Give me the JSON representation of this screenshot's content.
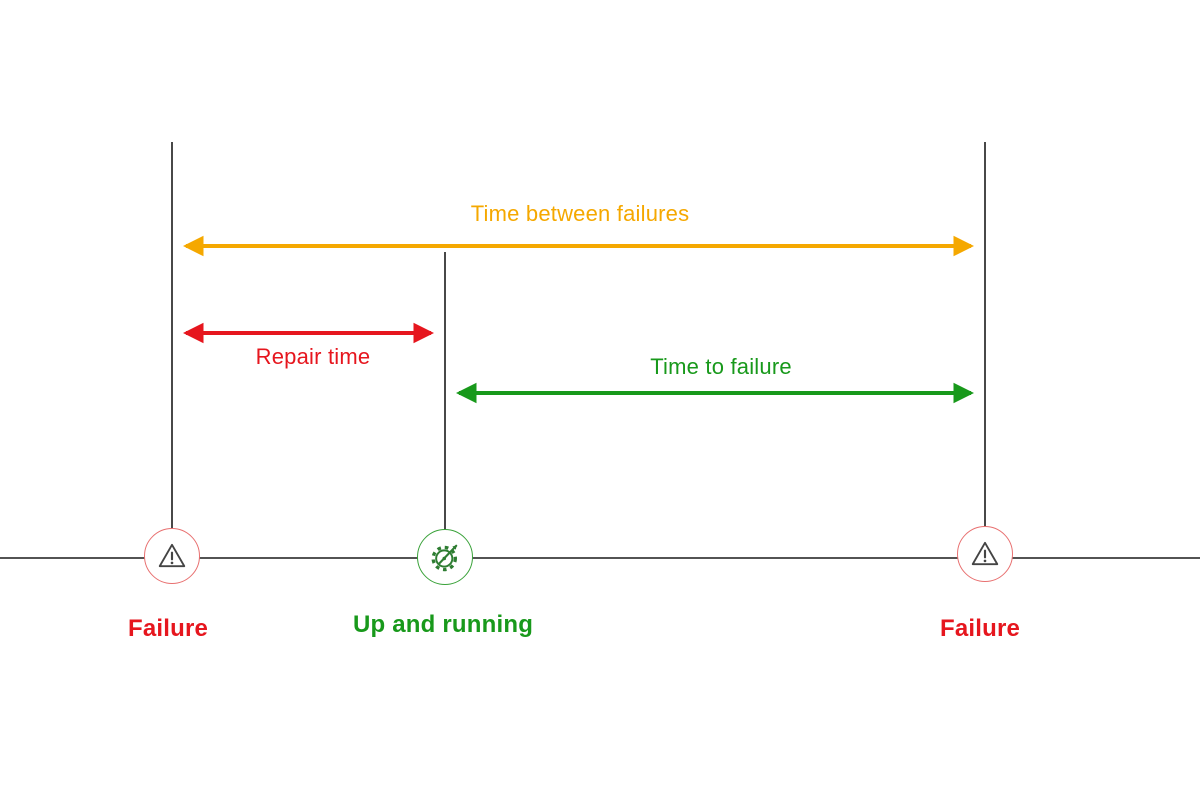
{
  "diagram": {
    "arrows": {
      "time_between_failures": {
        "label": "Time between failures",
        "color": "#F5A800"
      },
      "repair_time": {
        "label": "Repair time",
        "color": "#E6161E"
      },
      "time_to_failure": {
        "label": "Time to failure",
        "color": "#18991B"
      }
    },
    "events": {
      "failure_left": {
        "label": "Failure",
        "icon": "warning-triangle-icon",
        "color": "#E6161E"
      },
      "up_and_running": {
        "label": "Up and running",
        "icon": "gear-gauge-icon",
        "color": "#18991B"
      },
      "failure_right": {
        "label": "Failure",
        "icon": "warning-triangle-icon",
        "color": "#E6161E"
      }
    }
  }
}
